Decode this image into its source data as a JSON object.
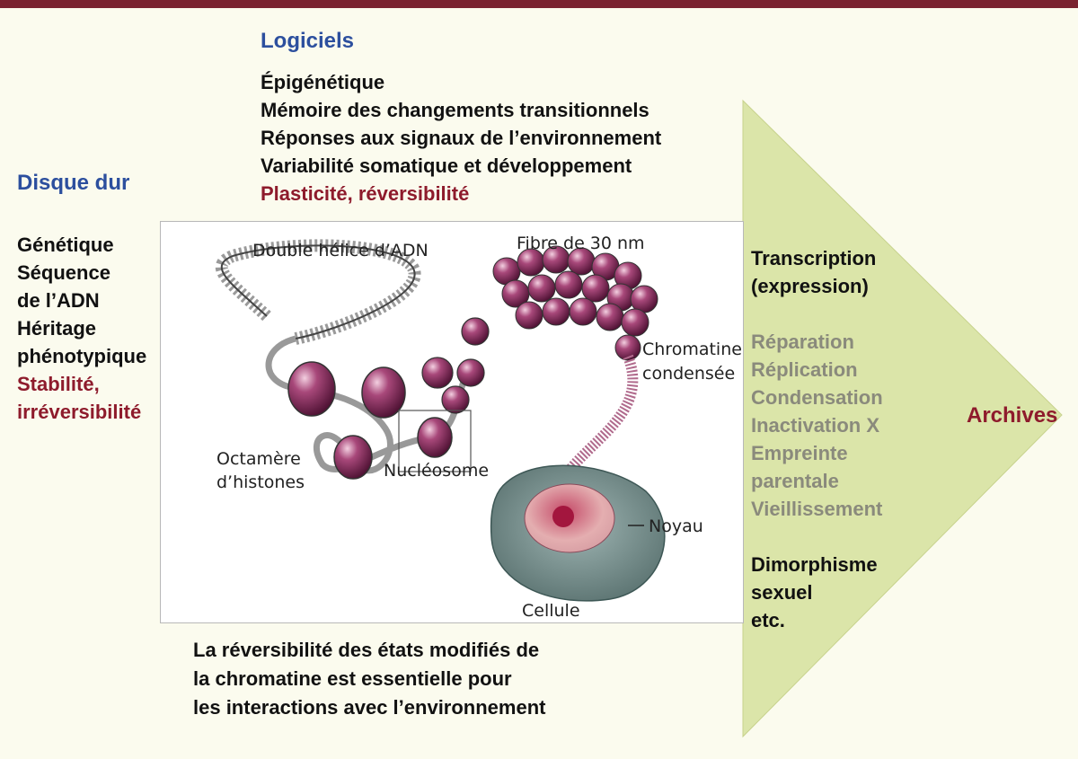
{
  "software": {
    "title": "Logiciels",
    "items": [
      "Épigénétique",
      "Mémoire des changements transitionnels",
      "Réponses aux signaux de l’environnement",
      "Variabilité somatique et développement"
    ],
    "highlight": "Plasticité, réversibilité"
  },
  "hardware": {
    "title": "Disque dur",
    "items": [
      "Génétique",
      "Séquence",
      "de l’ADN",
      "Héritage",
      "phénotypique"
    ],
    "highlight": [
      "Stabilité,",
      "irréversibilité"
    ]
  },
  "figure": {
    "labels": {
      "double_helix": "Double hélice d’ADN",
      "fiber": "Fibre de 30 nm",
      "chromatin_1": "Chromatine",
      "chromatin_2": "condensée",
      "octamer_1": "Octamère",
      "octamer_2": "d’histones",
      "nucleosome": "Nucléosome",
      "nucleus": "Noyau",
      "cell": "Cellule"
    }
  },
  "caption": [
    "La réversibilité des états modifiés de",
    "la chromatine est essentielle pour",
    "les interactions avec l’environnement"
  ],
  "archives": {
    "label": "Archives",
    "primary": [
      "Transcription",
      "(expression)"
    ],
    "processes": [
      "Réparation",
      "Réplication",
      "Condensation",
      "Inactivation X",
      "Empreinte",
      "parentale",
      "Vieillissement"
    ],
    "others": [
      "Dimorphisme",
      "sexuel",
      "etc."
    ]
  },
  "colors": {
    "top_bar": "#7a2330",
    "heading_blue": "#2c4f9e",
    "highlight_red": "#8e1b2c",
    "arrow_fill": "#dbe5a9",
    "nucleosome_purple": "#7e2356",
    "process_gray": "#8a8a7c"
  }
}
